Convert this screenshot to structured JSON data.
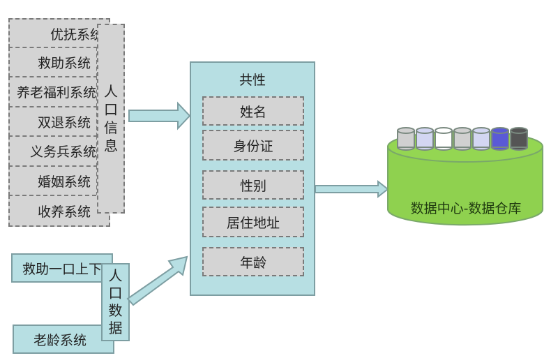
{
  "population_info": {
    "label": "人口信息",
    "label_chars": [
      "人",
      "口",
      "信",
      "息"
    ],
    "systems": [
      "优抚系统",
      "救助系统",
      "养老福利系统",
      "双退系统",
      "义务兵系统",
      "婚姻系统",
      "收养系统"
    ]
  },
  "population_data": {
    "label": "人口数据",
    "label_chars": [
      "人",
      "口",
      "数",
      "据"
    ],
    "systems": [
      "救助一口上下",
      "老龄系统"
    ]
  },
  "common": {
    "title": "共性",
    "fields": [
      "姓名",
      "身份证",
      "性别",
      "居住地址",
      "年龄"
    ]
  },
  "data_center": {
    "label": "数据中心-数据仓库",
    "cylinder_colors": [
      "#d0d0d0",
      "#d3d6f2",
      "#ffffff",
      "#d0d0d0",
      "#d3d6f2",
      "#5a5ad6",
      "#555555"
    ],
    "base_color": "#8fd14f"
  },
  "colors": {
    "gray_box": "#d4d4d4",
    "dash": "#7a7a7a",
    "teal": "#b7dfe3",
    "teal_border": "#7d9ea2"
  }
}
